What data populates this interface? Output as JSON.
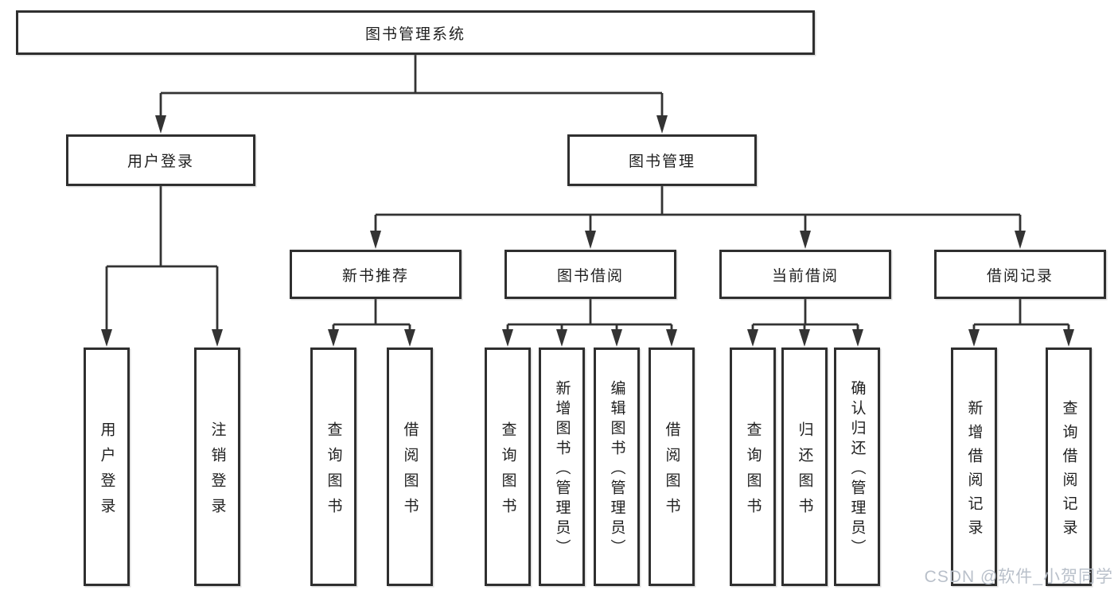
{
  "diagram_title": "图书管理系统",
  "watermark": "CSDN @软件_小贺同学",
  "colors": {
    "line": "#333333",
    "border": "#2f2f2f",
    "text": "#1f1f1f",
    "watermark": "#b9c0ca",
    "background": "#ffffff"
  },
  "nodes": {
    "root": "图书管理系统",
    "userLogin": "用户登录",
    "bookMgmt": "图书管理",
    "newBookRec": "新书推荐",
    "bookBorrow": "图书借阅",
    "currentBorrow": "当前借阅",
    "borrowRecords": "借阅记录",
    "leafUserLogin": "用户登录",
    "leafLogout": "注销登录",
    "leafNewbookQuery": "查询图书",
    "leafNewbookBorrow": "借阅图书",
    "leafBorrowQuery": "查询图书",
    "leafBorrowAdd": "新增图书（管理员）",
    "leafBorrowEdit": "编辑图书（管理员）",
    "leafBorrowBorrow": "借阅图书",
    "leafCurrentQuery": "查询图书",
    "leafCurrentReturn": "归还图书",
    "leafCurrentConfirm": "确认归还（管理员）",
    "leafRecordsAdd": "新增借阅记录",
    "leafRecordsQuery": "查询借阅记录"
  }
}
